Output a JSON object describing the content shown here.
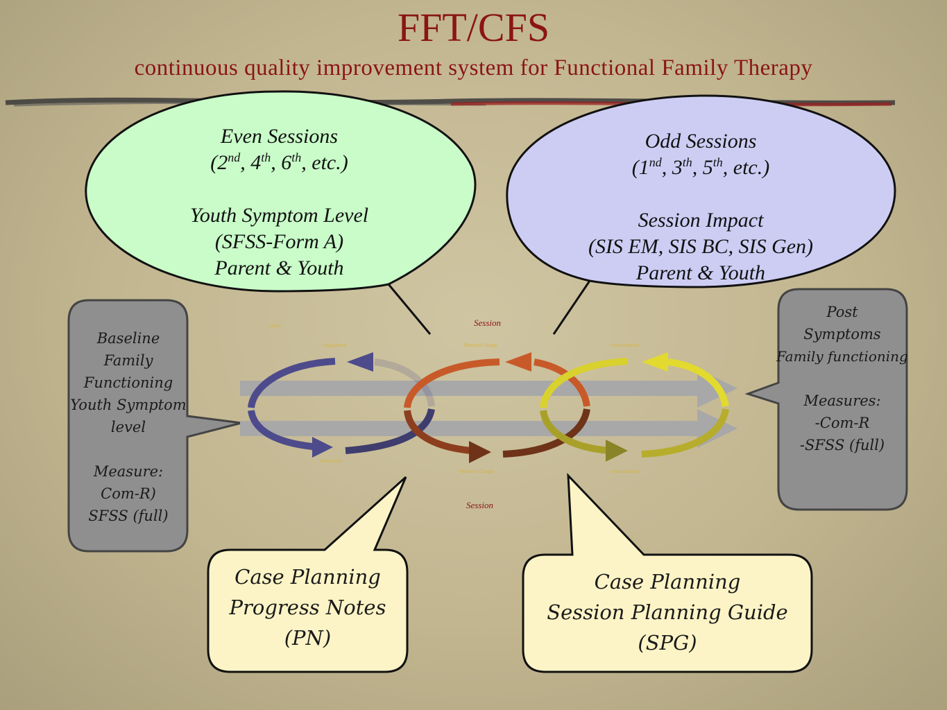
{
  "header": {
    "title": "FFT/CFS",
    "subtitle": "continuous quality improvement system for Functional Family Therapy"
  },
  "even_bubble": {
    "line1": "Even Sessions",
    "ord1": "2",
    "sup1": "nd",
    "ord2": "4",
    "sup2": "th",
    "ord3": "6",
    "sup3": "th",
    "etc": ", etc.)",
    "measure": "Youth Symptom Level",
    "form": "(SFSS-Form A)",
    "who": "Parent & Youth",
    "fill": "#c9fcc9"
  },
  "odd_bubble": {
    "line1": "Odd Sessions",
    "ord1": "1",
    "sup1": "nd",
    "ord2": "3",
    "sup2": "th",
    "ord3": "5",
    "sup3": "th",
    "etc": ", etc.)",
    "measure": "Session Impact",
    "form": "(SIS EM, SIS BC, SIS Gen)",
    "who": "Parent & Youth",
    "fill": "#cdcdf4"
  },
  "baseline_box": {
    "lines": [
      "Baseline",
      "Family",
      "Functioning",
      "Youth Symptom",
      "level",
      "",
      "Measure:",
      "Com-R)",
      "SFSS (full)"
    ]
  },
  "post_box": {
    "lines": [
      "Post",
      "Symptoms",
      "Family functioning",
      "",
      "Measures:",
      "-Com-R",
      "-SFSS (full)"
    ]
  },
  "pn_box": {
    "lines": [
      "Case Planning",
      "Progress Notes",
      "(PN)"
    ]
  },
  "spg_box": {
    "lines": [
      "Case Planning",
      "Session Planning Guide",
      "(SPG)"
    ]
  },
  "diagram": {
    "session_top": "Session",
    "session_bottom": "Session",
    "tiny_labels": {
      "top_left": "Client",
      "engagement": "Engagement",
      "behavior_top": "Behavior Change",
      "generalization_top": "Generalization",
      "motivation": "Motivation",
      "behavior_bottom": "Behavior Change",
      "generalization_bottom": "Generalization"
    },
    "colors": {
      "phase1": "#4d4b8c",
      "phase2": "#c85a2a",
      "phase3": "#d9d12e",
      "track": "#a8a8a8"
    }
  }
}
